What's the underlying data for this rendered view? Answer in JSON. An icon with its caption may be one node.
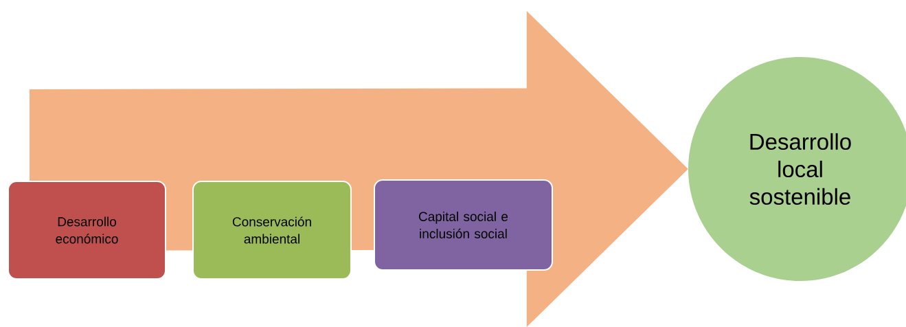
{
  "diagram": {
    "nodes": [
      {
        "text": [
          "Desarrollo económico"
        ]
      },
      {
        "text": [
          "Conservación ambiental"
        ]
      },
      {
        "text": [
          "Capital social e inclusión social"
        ]
      },
      {
        "text": [
          "Desarrollo local sostenible"
        ]
      }
    ],
    "edges": [
      {
        "from": null,
        "to": 3,
        "arrow": "to",
        "style": "thick"
      }
    ]
  }
}
